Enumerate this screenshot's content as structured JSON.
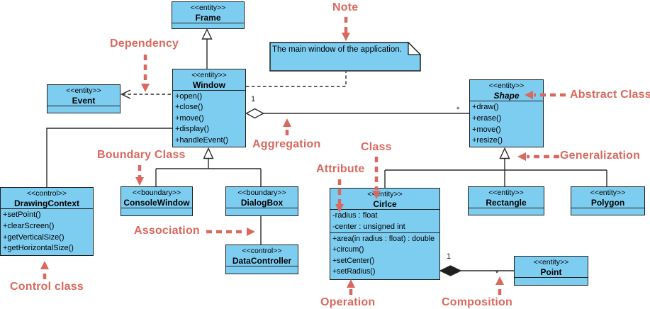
{
  "diagram": {
    "note": {
      "text": "The main window of the application."
    },
    "classes": {
      "frame": {
        "stereotype": "<<entity>>",
        "name": "Frame"
      },
      "window": {
        "stereotype": "<<entity>>",
        "name": "Window",
        "methods": [
          "+open()",
          "+close()",
          "+move()",
          "+display()",
          "+handleEvent()"
        ]
      },
      "event": {
        "stereotype": "<<entity>>",
        "name": "Event"
      },
      "shape": {
        "stereotype": "<<entity>>",
        "name": "Shape",
        "methods": [
          "+draw()",
          "+erase()",
          "+move()",
          "+resize()"
        ]
      },
      "drawing_context": {
        "stereotype": "<<control>>",
        "name": "DrawingContext",
        "methods": [
          "+setPoint()",
          "+clearScreen()",
          "+getVerticalSize()",
          "+getHorizontalSize()"
        ]
      },
      "console_window": {
        "stereotype": "<<boundary>>",
        "name": "ConsoleWindow"
      },
      "dialog_box": {
        "stereotype": "<<boundary>>",
        "name": "DialogBox"
      },
      "data_controller": {
        "stereotype": "<<control>>",
        "name": "DataController"
      },
      "circle": {
        "stereotype": "<<entity>>",
        "name": "Cirlce",
        "attributes": [
          "-radius : float",
          "-center : unsigned int"
        ],
        "methods": [
          "+area(in radius : float) : double",
          "+circum()",
          "+setCenter()",
          "+setRadius()"
        ]
      },
      "rectangle": {
        "stereotype": "<<entity>>",
        "name": "Rectangle"
      },
      "polygon": {
        "stereotype": "<<entity>>",
        "name": "Polygon"
      },
      "point": {
        "stereotype": "<<entity>>",
        "name": "Point"
      }
    },
    "relations": {
      "aggregation": {
        "from_mult": "1",
        "to_mult": "*"
      },
      "composition": {
        "from_mult": "1",
        "to_mult": "*"
      }
    },
    "annotations": {
      "note": "Note",
      "dependency": "Dependency",
      "abstract_class": "Abstract Class",
      "aggregation": "Aggregation",
      "boundary_class": "Boundary Class",
      "class": "Class",
      "attribute": "Attribute",
      "generalization": "Generalization",
      "association": "Association",
      "control_class": "Control class",
      "operation": "Operation",
      "composition": "Composition"
    },
    "colors": {
      "class_fill": "#7DCDF1",
      "annotation_red": "#D9695E",
      "connector": "#2B2B2B"
    }
  }
}
